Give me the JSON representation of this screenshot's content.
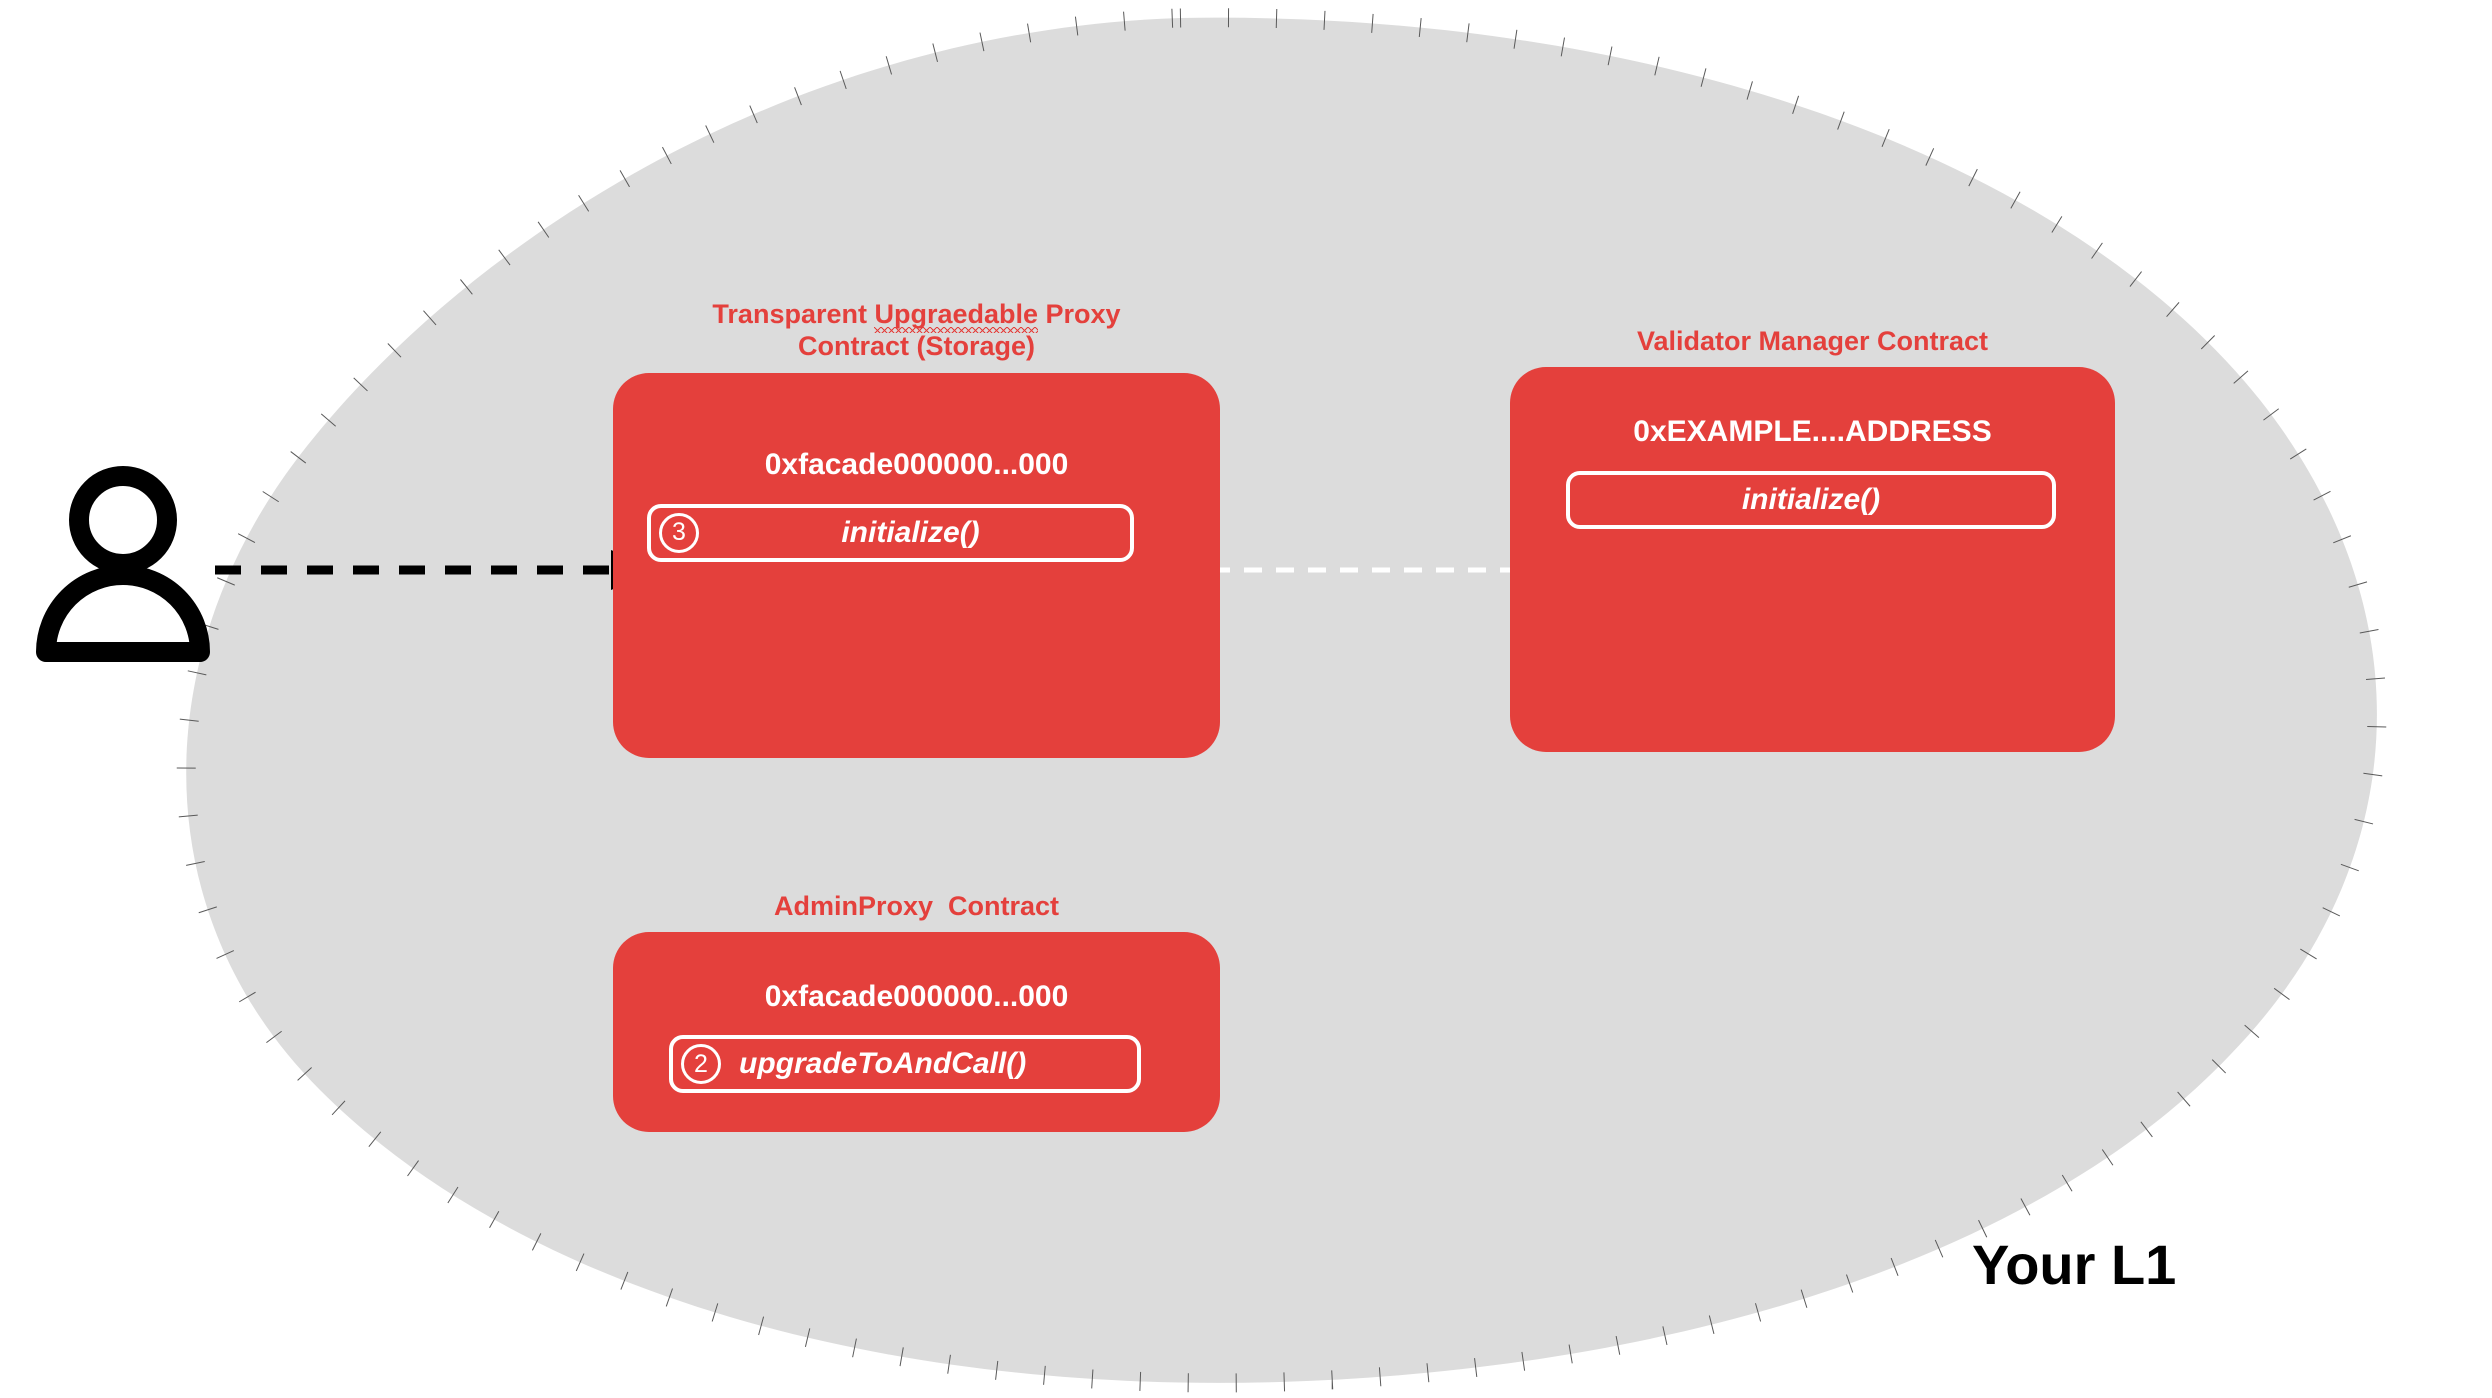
{
  "diagram": {
    "background_color": "#FFFFFF",
    "blob_fill_color": "#DCDCDC",
    "blob_border_color": "#595959",
    "accent_red": "#E4403C",
    "region_label": "Your L1",
    "actor": {
      "icon": "person-icon"
    },
    "contracts": [
      {
        "id": "transparent-upgradeable-proxy",
        "title_line1_prefix": "Transparent ",
        "title_line1_misspelled": "Upgraedable",
        "title_line1_suffix": " Proxy",
        "title_line2": "Contract (Storage)",
        "title_full": "Transparent Upgraedable Proxy Contract (Storage)",
        "address": "0xfacade000000...000",
        "methods": [
          {
            "step": "3",
            "name": "initialize()",
            "align": "center"
          }
        ]
      },
      {
        "id": "validator-manager",
        "title": "Validator Manager Contract",
        "address": "0xEXAMPLE....ADDRESS",
        "methods": [
          {
            "step": "",
            "name": "initialize()",
            "align": "center"
          }
        ]
      },
      {
        "id": "admin-proxy",
        "title": "AdminProxy  Contract",
        "address": "0xfacade000000...000",
        "methods": [
          {
            "step": "2",
            "name": "upgradeToAndCall()",
            "align": "left"
          }
        ]
      }
    ],
    "arrows": [
      {
        "id": "user-to-proxy",
        "style": "dashed",
        "color": "#000000",
        "head": "filled-triangle"
      },
      {
        "id": "proxy-to-validator-manager",
        "style": "dashed",
        "color": "#FFFFFF",
        "head": "open-chevron"
      }
    ]
  }
}
